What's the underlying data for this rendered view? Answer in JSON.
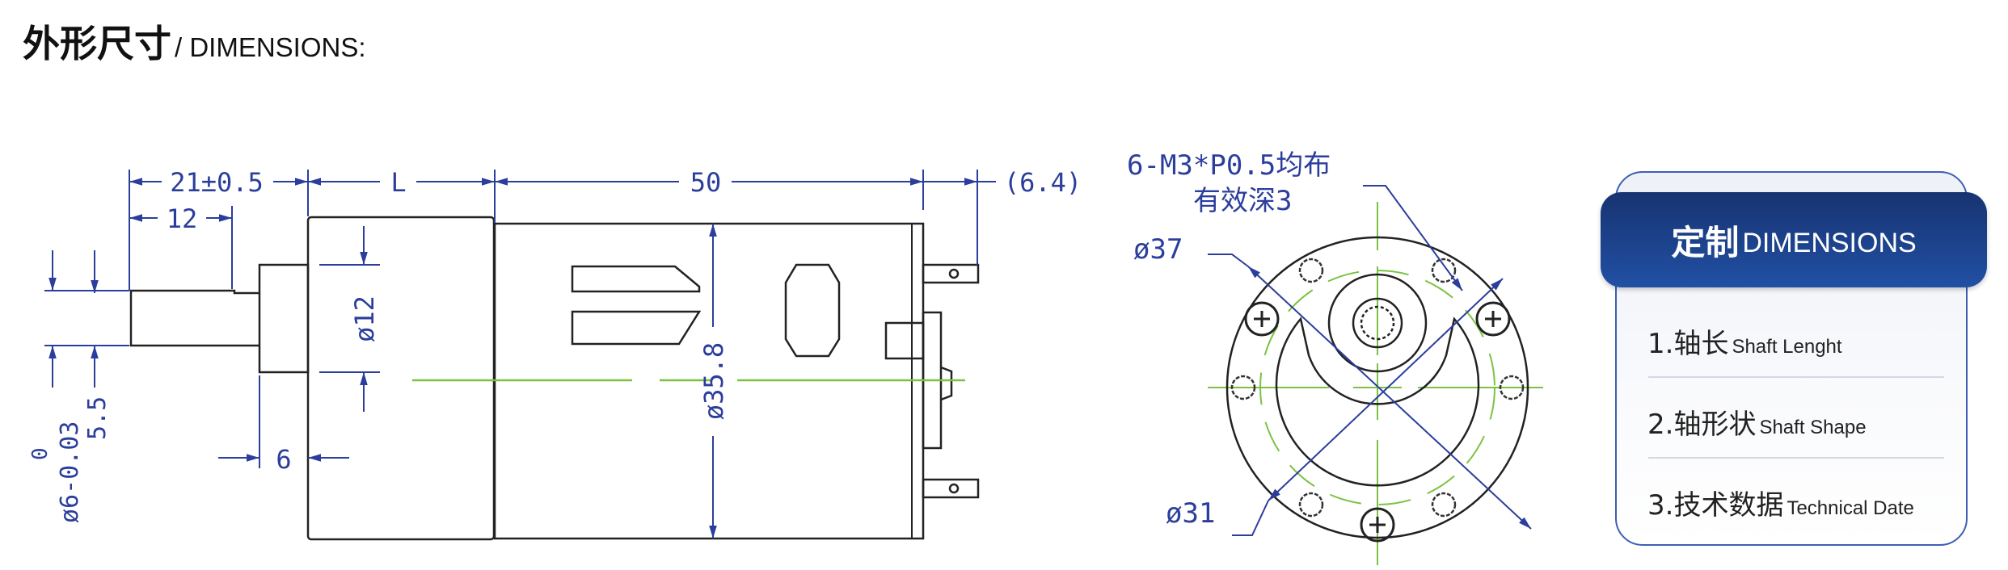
{
  "header": {
    "title_cn": "外形尺寸",
    "title_en": "/ DIMENSIONS:"
  },
  "side_view": {
    "dims": {
      "shaft_length": "21±0.5",
      "flat_length": "12",
      "gearbox_length": "L",
      "motor_length": "50",
      "terminal_length": "(6.4)",
      "boss_diameter": "ø12",
      "boss_length": "6",
      "motor_diameter": "ø35.8",
      "shaft_diameter": "ø6-0.03",
      "shaft_diameter_upper_tol": "0",
      "flat_width": "5.5"
    }
  },
  "front_view": {
    "screw_note_line1": "6-M3*P0.5均布",
    "screw_note_line2": "有效深3",
    "outer_diameter": "ø37",
    "bolt_circle_diameter": "ø31"
  },
  "card": {
    "title_cn": "定制",
    "title_en": "DIMENSIONS",
    "items": [
      {
        "num": "1.轴长",
        "en": "Shaft Lenght"
      },
      {
        "num": "2.轴形状",
        "en": "Shaft Shape"
      },
      {
        "num": "3.技术数据",
        "en": "Technical Date"
      }
    ]
  },
  "colors": {
    "dimension": "#2b3e9c",
    "centerline": "#7cc242",
    "card_header": "#1d4592",
    "card_border": "#3d5fb3"
  }
}
